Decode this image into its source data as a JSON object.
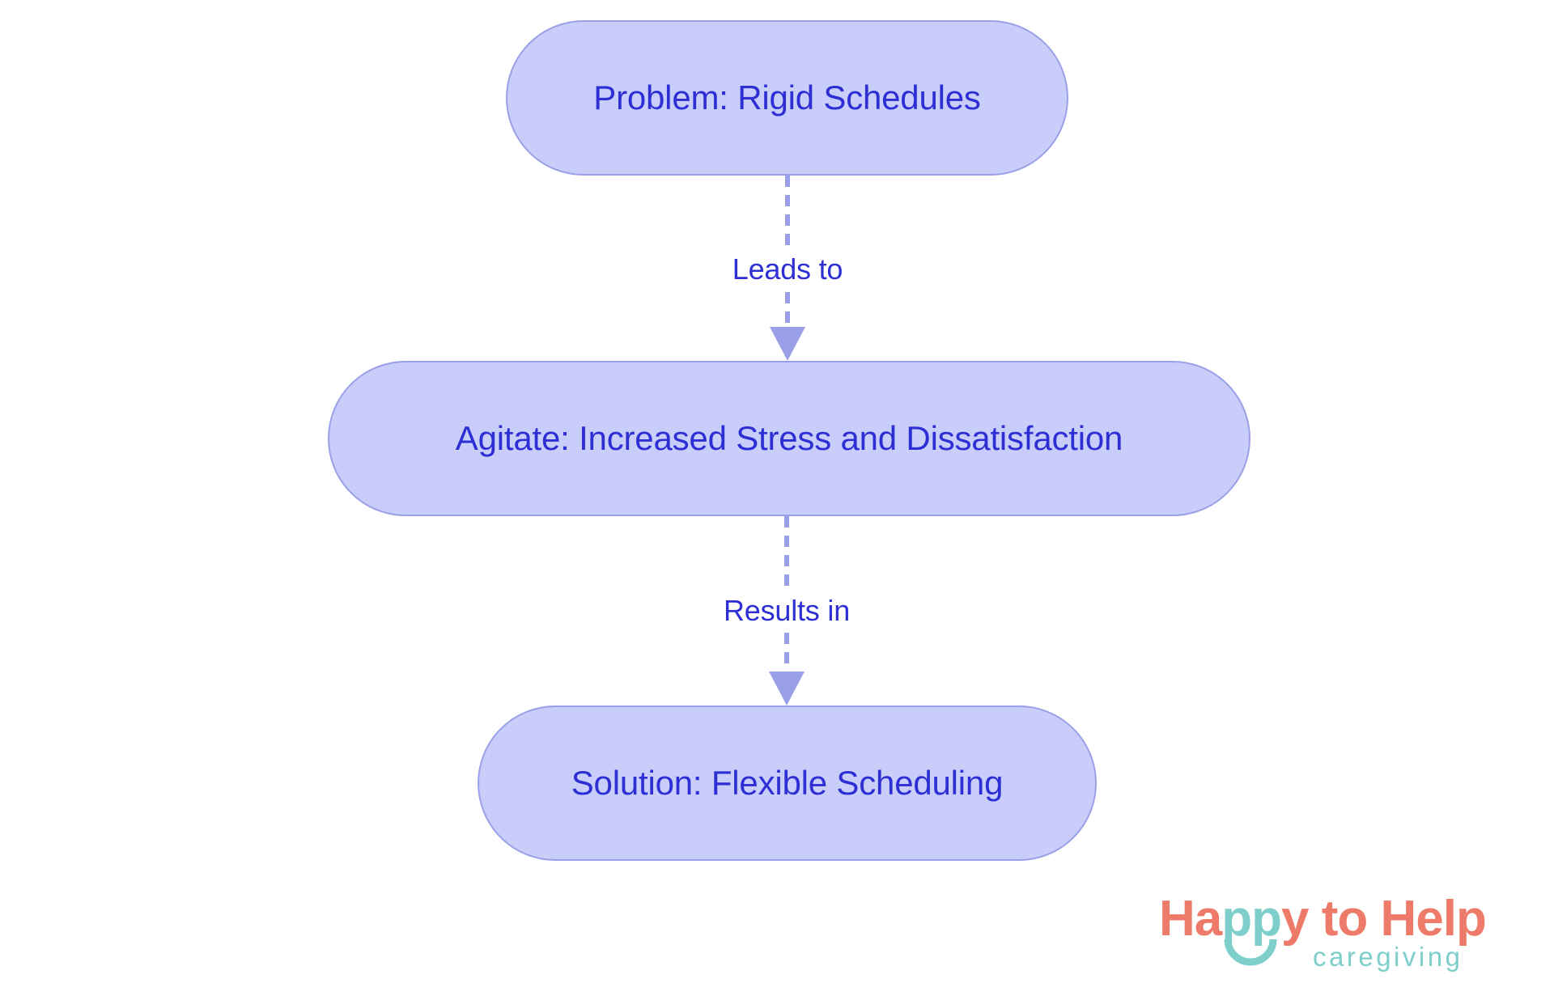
{
  "diagram": {
    "type": "flowchart",
    "direction": "top-to-bottom",
    "background_color": "#ffffff",
    "node_fill_color": "#c8cdfa",
    "node_border_color": "#9aa0e8",
    "node_text_color": "#2d2fd4",
    "edge_color": "#9aa0e8",
    "edge_label_color": "#2d2fd4",
    "nodes": [
      {
        "id": "problem",
        "label": "Problem: Rigid Schedules",
        "shape": "stadium"
      },
      {
        "id": "agitate",
        "label": "Agitate: Increased Stress and Dissatisfaction",
        "shape": "stadium"
      },
      {
        "id": "solution",
        "label": "Solution: Flexible Scheduling",
        "shape": "stadium"
      }
    ],
    "edges": [
      {
        "id": "edge-1",
        "from": "problem",
        "to": "agitate",
        "label": "Leads to",
        "style": "dashed",
        "arrow": "triangle"
      },
      {
        "id": "edge-2",
        "from": "agitate",
        "to": "solution",
        "label": "Results in",
        "style": "dashed",
        "arrow": "triangle"
      }
    ]
  },
  "logo": {
    "word_1": "H",
    "word_2": "a",
    "word_3": "pp",
    "word_4": "y",
    "word_5": " to Help",
    "tagline": "caregiving",
    "coral_color": "#ee7b6a",
    "teal_color": "#7ecfcb"
  }
}
